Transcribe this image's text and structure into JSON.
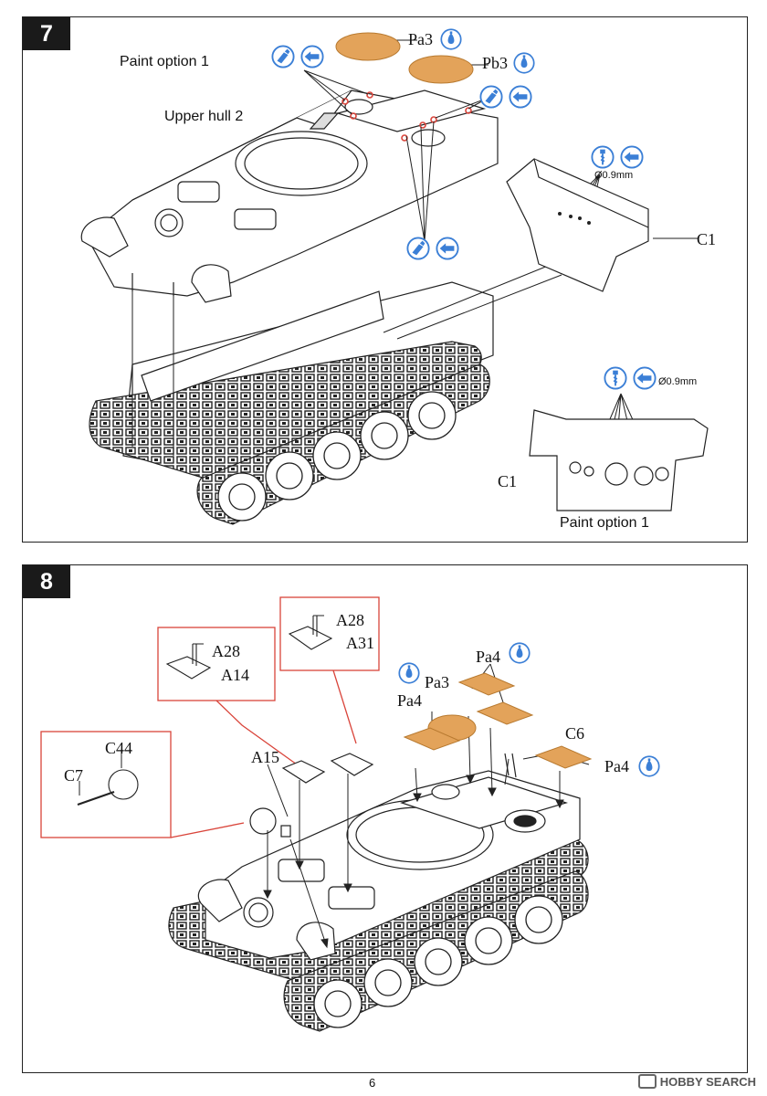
{
  "page_number": "6",
  "watermark": "HOBBY SEARCH",
  "step7": {
    "number": "7",
    "paint_option_top": "Paint option 1",
    "upper_hull": "Upper hull 2",
    "label_pa3": "Pa3",
    "label_pb3": "Pb3",
    "label_c1_right": "C1",
    "drill_size_top": "Ø0.9mm",
    "drill_size_detail": "Ø0.9mm",
    "label_c1_detail": "C1",
    "paint_option_detail": "Paint option 1"
  },
  "step8": {
    "number": "8",
    "label_a28_left": "A28",
    "label_a14": "A14",
    "label_a28_right": "A28",
    "label_a31": "A31",
    "label_c44": "C44",
    "label_c7": "C7",
    "label_a15": "A15",
    "label_pa4_top": "Pa4",
    "label_pa3": "Pa3",
    "label_pa4_left": "Pa4",
    "label_c6": "C6",
    "label_pa4_right": "Pa4"
  },
  "colors": {
    "decal": "#e3a35a",
    "icon_blue": "#3b7fd6",
    "callout_red": "#d9443a"
  },
  "icons": [
    "decal-icon",
    "glue-icon",
    "drill-icon",
    "remove-icon"
  ]
}
